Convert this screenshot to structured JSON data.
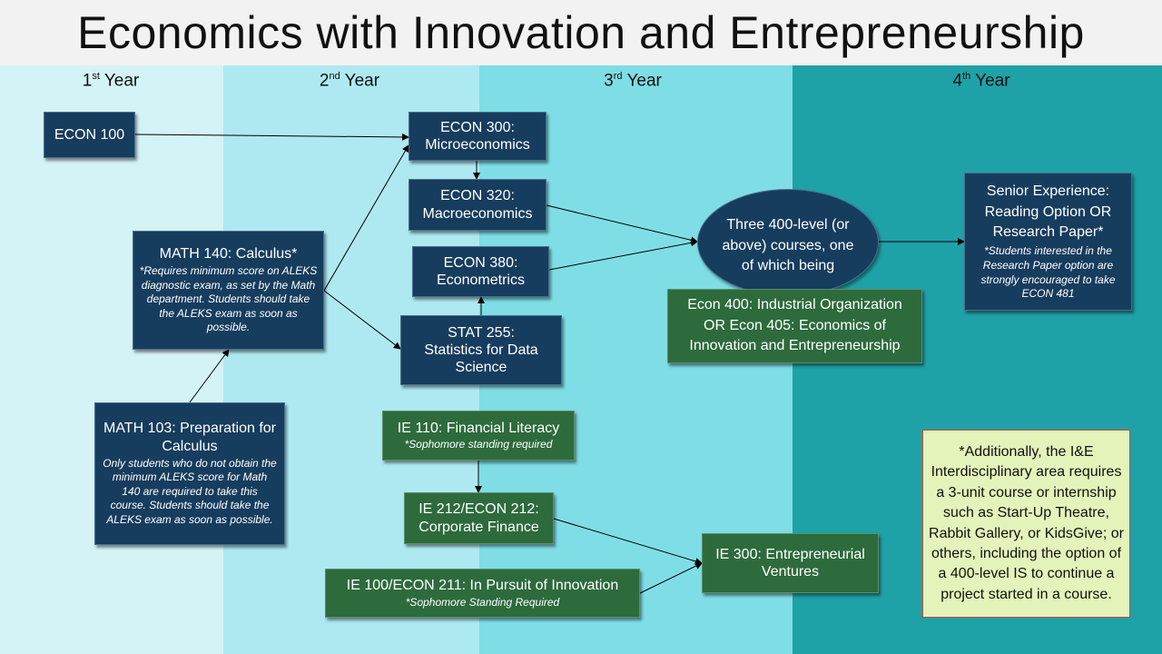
{
  "title": "Economics with Innovation and Entrepreneurship",
  "years": [
    {
      "num": "1",
      "suffix": "st",
      "label": " Year"
    },
    {
      "num": "2",
      "suffix": "nd",
      "label": " Year"
    },
    {
      "num": "3",
      "suffix": "rd",
      "label": " Year"
    },
    {
      "num": "4",
      "suffix": "th",
      "label": " Year"
    }
  ],
  "colors": {
    "navy_box": "#173d5e",
    "green_box": "#2d6b3c",
    "note_bg": "#e3f3ba",
    "note_border": "#d04a2e",
    "year1": "#d4f3f7",
    "year2": "#aee9f1",
    "year3": "#7fdde6",
    "year4": "#1fa1a8"
  },
  "courses": {
    "econ100": {
      "title": "ECON 100"
    },
    "math140": {
      "title": "MATH 140: Calculus*",
      "note": "*Requires minimum score on ALEKS diagnostic exam, as set by the Math department. Students should take the ALEKS exam as soon as possible."
    },
    "math103": {
      "title": "MATH 103: Preparation for Calculus",
      "note": "Only students who do not obtain the minimum ALEKS score for Math 140 are required to take this course. Students should take the ALEKS exam as soon as possible."
    },
    "econ300": {
      "title": "ECON 300: Microeconomics"
    },
    "econ320": {
      "title": "ECON 320: Macroeconomics"
    },
    "econ380": {
      "title": "ECON 380: Econometrics"
    },
    "stat255": {
      "title": "STAT 255: Statistics for Data Science"
    },
    "ie110": {
      "title": "IE 110: Financial Literacy",
      "note": "*Sophomore standing required"
    },
    "ie212": {
      "title": "IE 212/ECON 212: Corporate Finance"
    },
    "ie100": {
      "title": "IE 100/ECON 211: In Pursuit of Innovation",
      "note": "*Sophomore Standing Required"
    },
    "ie300": {
      "title": "IE 300: Entrepreneurial Ventures"
    },
    "three400": {
      "title": "Three 400-level (or above) courses, one of which being"
    },
    "econ400": {
      "title": "Econ 400: Industrial Organization OR Econ 405: Economics of Innovation and Entrepreneurship"
    },
    "senior": {
      "title": "Senior Experience: Reading Option OR Research Paper*",
      "note": "*Students interested in the Research Paper option are strongly encouraged to take ECON 481"
    }
  },
  "footnote": "*Additionally, the I&E Interdisciplinary area requires a 3-unit course or internship such as Start-Up Theatre, Rabbit Gallery, or KidsGive; or others, including the option of a 400-level IS to continue a project started in a course."
}
